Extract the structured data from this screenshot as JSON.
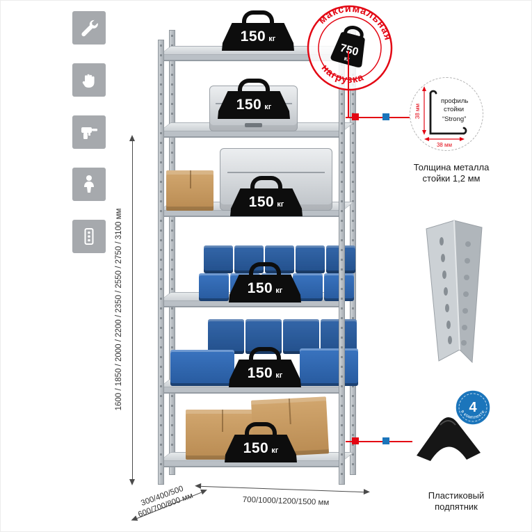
{
  "colors": {
    "accent_red": "#e30613",
    "accent_blue": "#1b75bb",
    "bin_blue": "#2f66ad",
    "icon_gray": "#a6a9ad"
  },
  "sidebar": {
    "icons": [
      {
        "name": "wrench"
      },
      {
        "name": "glove"
      },
      {
        "name": "drill"
      },
      {
        "name": "person"
      },
      {
        "name": "profile-holes"
      }
    ]
  },
  "rack": {
    "loads": [
      {
        "value": "150",
        "unit": "кг"
      },
      {
        "value": "150",
        "unit": "кг"
      },
      {
        "value": "150",
        "unit": "кг"
      },
      {
        "value": "150",
        "unit": "кг"
      },
      {
        "value": "150",
        "unit": "кг"
      },
      {
        "value": "150",
        "unit": "кг"
      }
    ]
  },
  "stamp": {
    "arc_top": "максимальная",
    "arc_bottom": "нагрузка",
    "value": "750",
    "unit": "кг"
  },
  "dimensions": {
    "height": "1600 / 1850 / 2000 / 2200 / 2350 / 2550 / 2750 / 3100 мм",
    "depth_top": "300/400/500",
    "depth_bottom": "600/700/800 мм",
    "width": "700/1000/1200/1500 мм"
  },
  "profile_callout": {
    "line1": "профиль",
    "line2": "стойки",
    "line3": "“Strong”",
    "dim_vertical": "38 мм",
    "dim_horizontal": "38 мм",
    "caption1": "Толщина металла",
    "caption2": "стойки 1,2 мм"
  },
  "foot_callout": {
    "badge_value": "4",
    "badge_ring": "в комплекте",
    "caption1": "Пластиковый",
    "caption2": "подпятник"
  }
}
